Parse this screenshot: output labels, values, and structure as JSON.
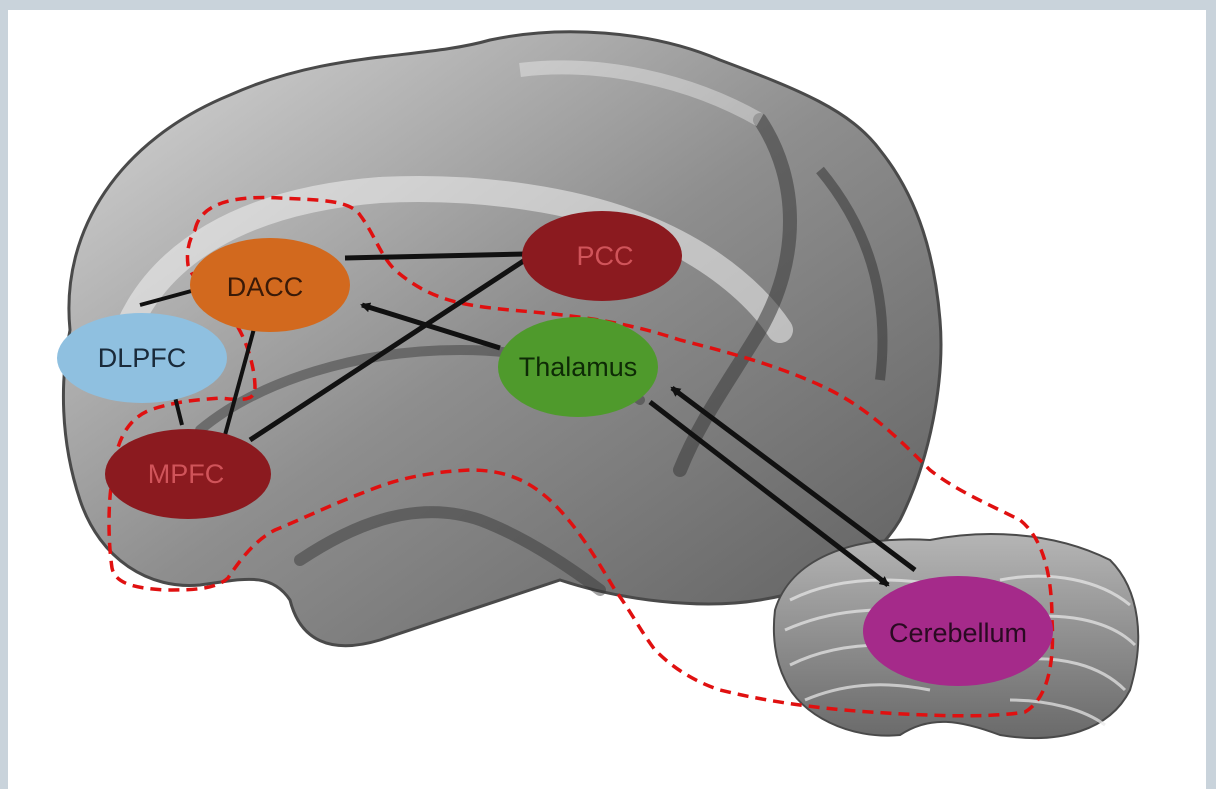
{
  "regions": {
    "dacc": "DACC",
    "pcc": "PCC",
    "dlpfc": "DLPFC",
    "thalamus": "Thalamus",
    "mpfc": "MPFC",
    "cerebellum": "Cerebellum"
  },
  "colors": {
    "page_background": "#c9d3db",
    "dacc": "#d2691e",
    "pcc": "#8b1a1f",
    "dlpfc": "#8fc0e0",
    "thalamus": "#4f9a2c",
    "mpfc": "#8b1a1f",
    "cerebellum": "#a52a8a",
    "outline": "#e01010",
    "connection": "#111111"
  }
}
